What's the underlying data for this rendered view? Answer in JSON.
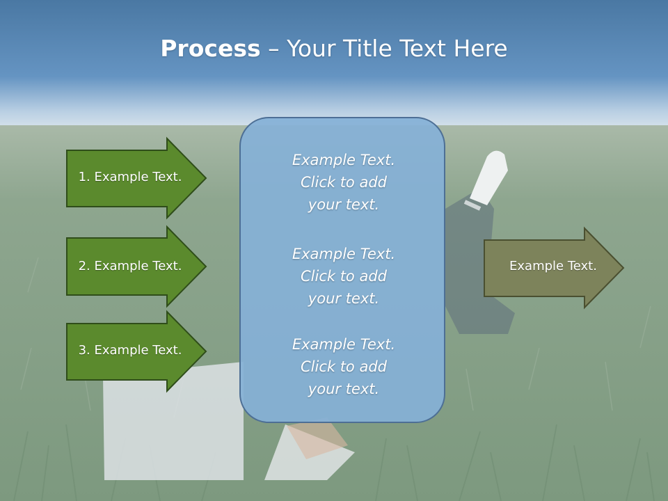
{
  "title": {
    "bold": "Process",
    "rest": " – Your Title Text Here"
  },
  "left_arrows": [
    {
      "label": "1. Example Text."
    },
    {
      "label": "2. Example Text."
    },
    {
      "label": "3. Example Text."
    }
  ],
  "center_box": {
    "items": [
      "Example Text.\nClick  to add\nyour text.",
      "Example Text.\nClick  to add\nyour text.",
      "Example Text.\nClick  to add\nyour text."
    ]
  },
  "right_arrow": {
    "label": "Example Text."
  },
  "colors": {
    "sky": "#4d7fae",
    "grass": "#7c9a80",
    "left_arrow_fill": "#5b8a2d",
    "left_arrow_stroke": "#2f4d1a",
    "right_arrow_fill": "#7d835b",
    "right_arrow_stroke": "#4a4f30",
    "box_fill": "#85b0d6",
    "box_stroke": "#4d6f95"
  }
}
